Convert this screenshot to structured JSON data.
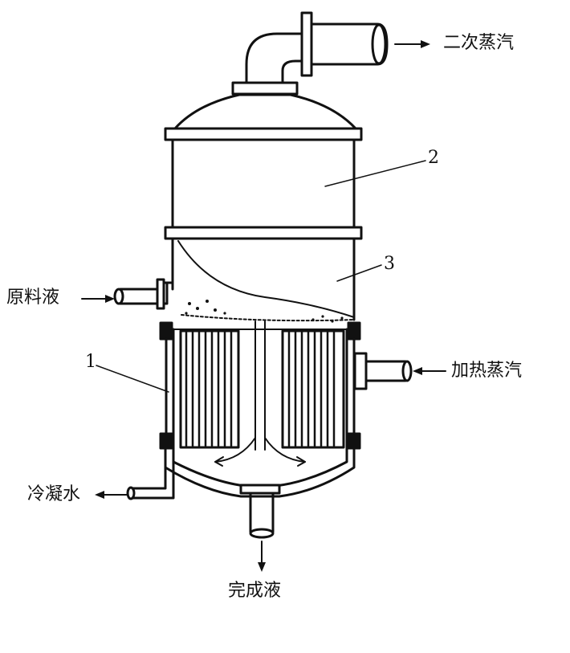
{
  "labels": {
    "secondary_steam": "二次蒸汽",
    "feed_liquid": "原料液",
    "heating_steam": "加热蒸汽",
    "condensate": "冷凝水",
    "product_liquid": "完成液"
  },
  "part_numbers": {
    "heating_chamber": "1",
    "separation_chamber": "2",
    "liquid_level": "3"
  }
}
